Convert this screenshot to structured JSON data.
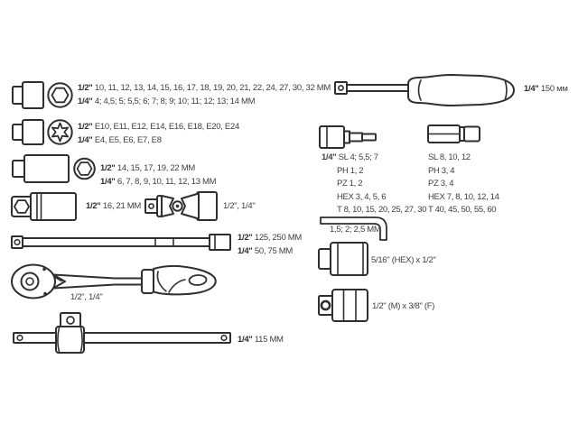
{
  "colors": {
    "background": "#ffffff",
    "line_art": "#2f2f2f",
    "text": "#3e3e3e"
  },
  "left": {
    "sockets_hex": {
      "l1b": "1/2\"",
      "l1": "10, 11, 12, 13, 14, 15, 16, 17, 18, 19, 20, 21, 22, 24, 27, 30, 32 MM",
      "l2b": "1/4\"",
      "l2": "4; 4,5; 5; 5,5; 6; 7; 8; 9; 10; 11; 12; 13; 14 MM"
    },
    "sockets_etorx": {
      "l1b": "1/2\"",
      "l1": "E10, E11, E12, E14, E16, E18, E20, E24",
      "l2b": "1/4\"",
      "l2": "E4, E5, E6, E7, E8"
    },
    "sockets_deep": {
      "l1b": "1/2\"",
      "l1": "14, 15, 17, 19, 22 MM",
      "l2b": "1/4\"",
      "l2": "6, 7, 8, 9, 10, 11, 12, 13 MM"
    },
    "spark_plug": {
      "b": "1/2\"",
      "t": "16, 21 MM"
    },
    "universal_joint": {
      "t": "1/2\", 1/4\""
    },
    "extension_bars": {
      "l1b": "1/2\"",
      "l1": "125, 250 MM",
      "l2b": "1/4\"",
      "l2": "50, 75 MM"
    },
    "ratchet": {
      "t": "1/2\", 1/4\""
    },
    "t_bar": {
      "b": "1/4\"",
      "t": "115 MM"
    }
  },
  "right": {
    "screwdriver": {
      "b": "1/4\"",
      "t": "150 мм"
    },
    "bits_col1": {
      "prefix": "1/4\"",
      "line1": "SL 4; 5,5; 7",
      "line2": "PH 1, 2",
      "line3": "PZ 1, 2",
      "line4": "HEX 3, 4, 5, 6",
      "line5": "T 8, 10, 15, 20, 25, 27, 30"
    },
    "bits_col2": {
      "line1": "SL 8, 10, 12",
      "line2": "PH 3, 4",
      "line3": "PZ 3, 4",
      "line4": "HEX 7, 8, 10, 12, 14",
      "line5": "T 40, 45, 50, 55, 60"
    },
    "hex_keys": {
      "t": "1,5; 2; 2,5 MM"
    },
    "adapter_hex": {
      "t": "5/16\" (HEX) x 1/2\""
    },
    "adapter_square": {
      "t": "1/2\" (M) x 3/8\" (F)"
    }
  }
}
